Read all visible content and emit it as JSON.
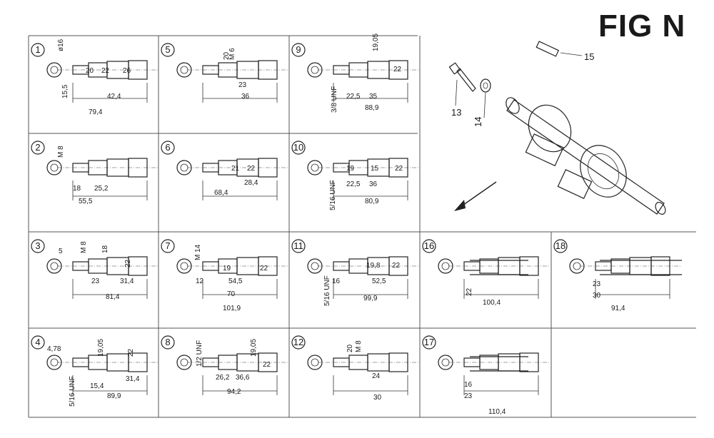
{
  "figure": {
    "title": "FIG N"
  },
  "parts": [
    {
      "num": "1",
      "labels": [
        "ø16",
        "20",
        "22",
        "26",
        "15,5",
        "42,4",
        "79,4"
      ]
    },
    {
      "num": "2",
      "labels": [
        "M 8",
        "18",
        "25,2",
        "55,5"
      ]
    },
    {
      "num": "3",
      "labels": [
        "5",
        "M 8",
        "18",
        "22",
        "23",
        "31,4",
        "81,4"
      ]
    },
    {
      "num": "4",
      "labels": [
        "4,78",
        "19,05",
        "22",
        "15,4",
        "31,4",
        "5/16 UNF",
        "89,9"
      ]
    },
    {
      "num": "5",
      "labels": [
        "20",
        "M 6",
        "23",
        "36"
      ]
    },
    {
      "num": "6",
      "labels": [
        "21",
        "22",
        "28,4",
        "68,4"
      ]
    },
    {
      "num": "7",
      "labels": [
        "M 14",
        "19",
        "22",
        "12",
        "54,5",
        "70",
        "101,9"
      ]
    },
    {
      "num": "8",
      "labels": [
        "1/2 UNF",
        "19,05",
        "22",
        "26,2",
        "36,6",
        "94,2"
      ]
    },
    {
      "num": "9",
      "labels": [
        "19,05",
        "22",
        "3/8 UNF",
        "22,5",
        "35",
        "88,9"
      ]
    },
    {
      "num": "10",
      "labels": [
        "5/16 UNF",
        "19",
        "15",
        "22",
        "22,5",
        "36",
        "80,9"
      ]
    },
    {
      "num": "11",
      "labels": [
        "5/16 UNF",
        "19,8",
        "22",
        "16",
        "52,5",
        "99,9"
      ]
    },
    {
      "num": "12",
      "labels": [
        "20",
        "M 8",
        "24",
        "30"
      ]
    },
    {
      "num": "16",
      "labels": [
        "22",
        "100,4"
      ]
    },
    {
      "num": "17",
      "labels": [
        "16",
        "23",
        "110,4"
      ]
    },
    {
      "num": "18",
      "labels": [
        "23",
        "30",
        "91,4"
      ]
    }
  ],
  "callouts": {
    "c13": "13",
    "c14": "14",
    "c15": "15"
  }
}
